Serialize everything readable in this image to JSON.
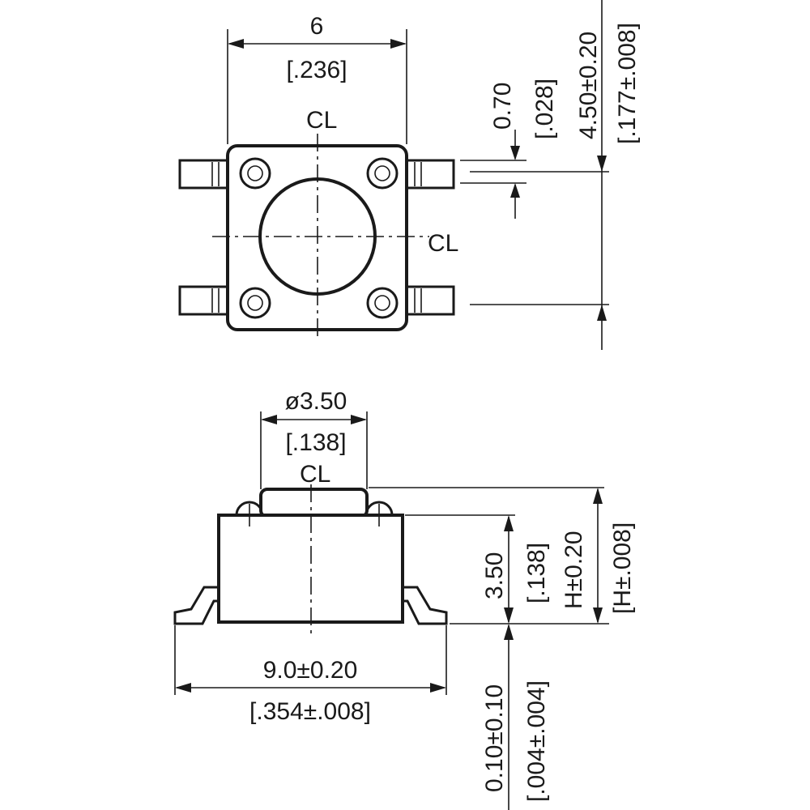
{
  "top_view": {
    "width_mm": "6",
    "width_in": "[.236]",
    "pin_width_mm": "0.70",
    "pin_width_in": "[.028]",
    "pin_pitch_mm": "4.50±0.20",
    "pin_pitch_in": "[.177±.008]",
    "centerline_top": "CL",
    "centerline_right": "CL"
  },
  "side_view": {
    "actuator_dia_mm": "ø3.50",
    "actuator_dia_in": "[.138]",
    "centerline": "CL",
    "body_height_mm": "3.50",
    "body_height_in": "[.138]",
    "total_height_mm": "H±0.20",
    "total_height_in": "[H±.008]",
    "overall_length_mm": "9.0±0.20",
    "overall_length_in": "[.354±.008]",
    "standoff_mm": "0.10±0.10",
    "standoff_in": "[.004±.004]"
  }
}
